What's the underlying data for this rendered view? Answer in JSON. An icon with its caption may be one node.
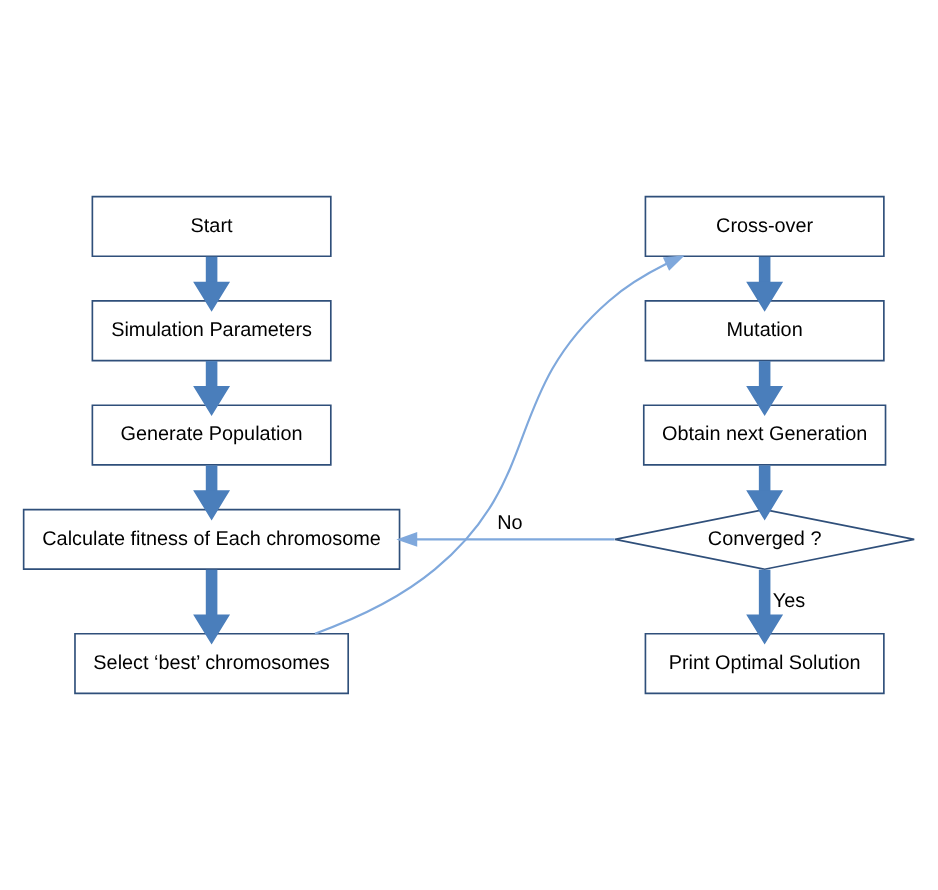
{
  "diagram": {
    "nodes": [
      {
        "text": [
          "Start"
        ]
      },
      {
        "text": [
          "Simulation Parameters"
        ]
      },
      {
        "text": [
          "Generate Population"
        ]
      },
      {
        "text": [
          "Calculate fitness of Each chromosome"
        ]
      },
      {
        "text": [
          "Select ‘best’ chromosomes"
        ]
      },
      {
        "text": [
          "Cross-over"
        ]
      },
      {
        "text": [
          "Mutation"
        ]
      },
      {
        "text": [
          "Obtain next Generation"
        ]
      },
      {
        "text": [
          "Converged ?"
        ]
      },
      {
        "text": [
          "Print Optimal Solution"
        ]
      }
    ],
    "edges": [
      {
        "from": 0,
        "to": 1,
        "arrow": "to"
      },
      {
        "from": 1,
        "to": 2,
        "arrow": "to"
      },
      {
        "from": 2,
        "to": 3,
        "arrow": "to"
      },
      {
        "from": 3,
        "to": 4,
        "arrow": "to"
      },
      {
        "from": 4,
        "to": 5,
        "arrow": "to",
        "color": "#7fa8dc"
      },
      {
        "from": 5,
        "to": 6,
        "arrow": "to"
      },
      {
        "from": 6,
        "to": 7,
        "arrow": "to"
      },
      {
        "from": 7,
        "to": 8,
        "arrow": "to"
      },
      {
        "from": 8,
        "to": 9,
        "arrow": "to",
        "label": "Yes"
      },
      {
        "from": 8,
        "to": 3,
        "arrow": "to",
        "color": "#7fa8dc",
        "label": "No"
      }
    ]
  }
}
